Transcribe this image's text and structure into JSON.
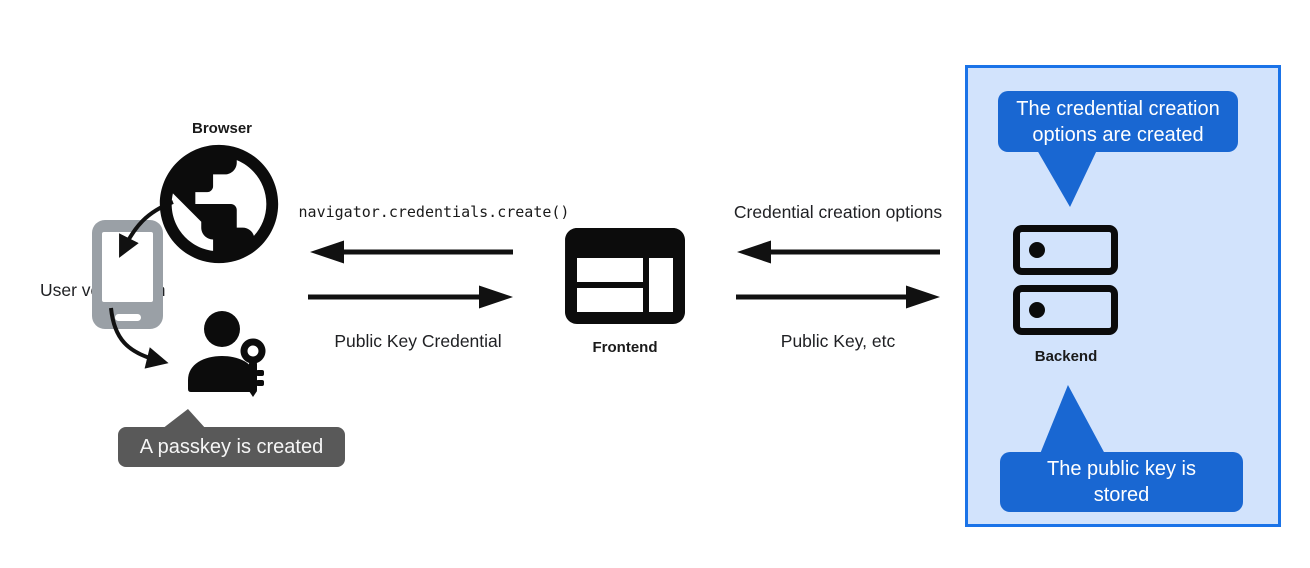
{
  "colors": {
    "accent_blue": "#1967d2",
    "panel_bg": "#d2e3fc",
    "panel_border": "#1a73e8",
    "tooltip_gray": "#595959",
    "ink": "#111111",
    "phone_gray": "#9aa0a6",
    "text": "#202124"
  },
  "left": {
    "browser_label": "Browser",
    "user_verification_label": "User verification",
    "passkey_tooltip": "A passkey is created"
  },
  "middle": {
    "code_caption": "navigator.credentials.create()",
    "return_caption": "Public Key Credential",
    "frontend_label": "Frontend"
  },
  "right": {
    "request_caption": "Credential creation options",
    "return_caption": "Public Key, etc",
    "backend_label": "Backend",
    "top_callout": "The credential creation options are created",
    "bottom_callout": "The public key is stored"
  },
  "icons": {
    "browser": "globe-icon",
    "device": "smartphone-icon",
    "user": "person-with-key-icon",
    "frontend": "browser-window-icon",
    "backend": "server-stack-icon"
  }
}
